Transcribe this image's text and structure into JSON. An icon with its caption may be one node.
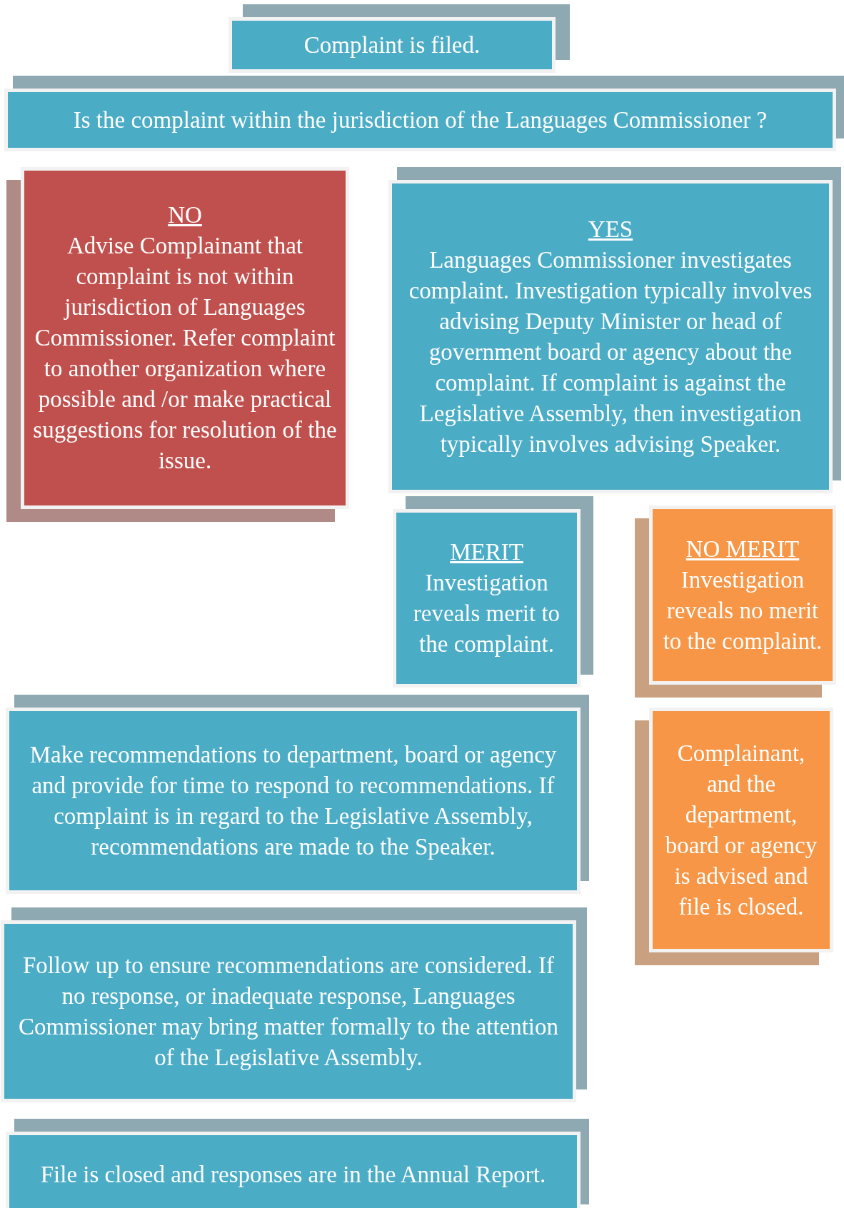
{
  "diagram": {
    "nodes": [
      {
        "text": [
          "Complaint is filed."
        ]
      },
      {
        "text": [
          "Is the complaint within the jurisdiction of the Languages Commissioner ?"
        ]
      },
      {
        "text": [
          "NO",
          "Advise Complainant that complaint is not within jurisdiction of Languages Commissioner. Refer complaint to another organization where possible and /or make practical suggestions for resolution of the issue."
        ]
      },
      {
        "text": [
          "YES",
          "Languages Commissioner investigates complaint. Investigation typically involves advising Deputy Minister or head of government board or agency about the complaint. If complaint is against the Legislative Assembly, then investigation typically involves advising Speaker."
        ]
      },
      {
        "text": [
          "MERIT",
          "Investigation reveals merit to the complaint."
        ]
      },
      {
        "text": [
          "NO MERIT",
          "Investigation reveals no merit to the complaint."
        ]
      },
      {
        "text": [
          "Make recommendations to department, board or agency and provide for time to respond to recommendations. If complaint is in regard to the Legislative Assembly, recommendations are made to the Speaker."
        ]
      },
      {
        "text": [
          "Complainant, and the department, board or agency is advised and file is closed."
        ]
      },
      {
        "text": [
          "Follow up to ensure recommendations are considered. If no response, or inadequate response, Languages Commissioner may bring matter formally to the attention of the Legislative Assembly."
        ]
      },
      {
        "text": [
          "File is closed and responses are in the Annual Report."
        ]
      }
    ]
  }
}
